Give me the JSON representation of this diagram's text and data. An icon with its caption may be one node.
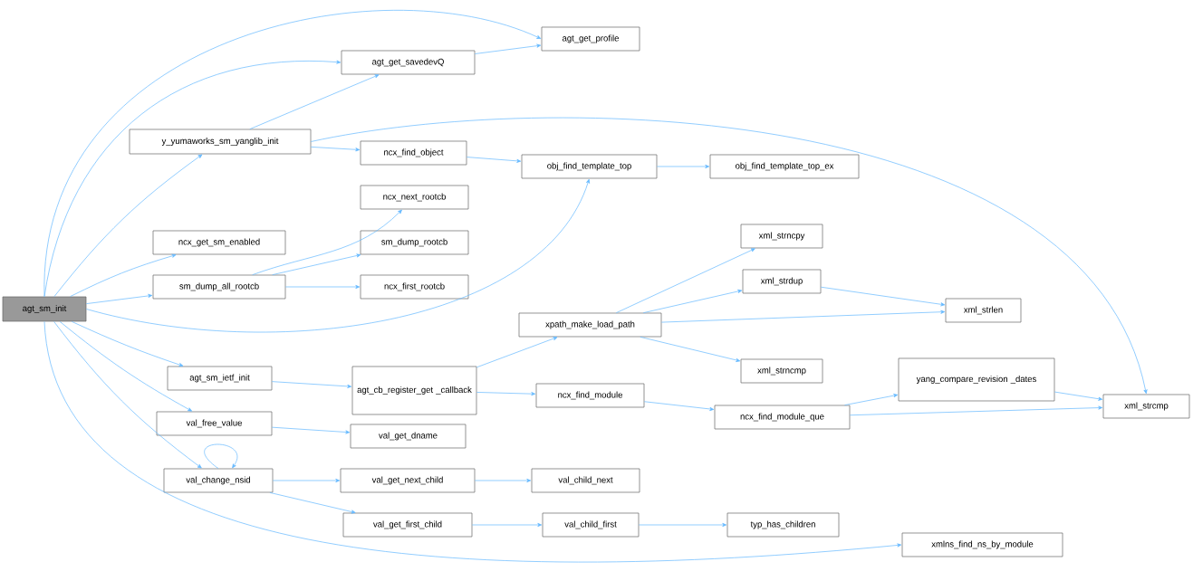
{
  "diagram": {
    "nodes": [
      {
        "text": [
          "agt_sm_init"
        ]
      },
      {
        "text": [
          "agt_get_profile"
        ]
      },
      {
        "text": [
          "agt_get_savedevQ"
        ]
      },
      {
        "text": [
          "y_yumaworks_sm_yanglib_init"
        ]
      },
      {
        "text": [
          "ncx_find_object"
        ]
      },
      {
        "text": [
          "obj_find_template_top"
        ]
      },
      {
        "text": [
          "obj_find_template_top_ex"
        ]
      },
      {
        "text": [
          "ncx_next_rootcb"
        ]
      },
      {
        "text": [
          "ncx_get_sm_enabled"
        ]
      },
      {
        "text": [
          "sm_dump_rootcb"
        ]
      },
      {
        "text": [
          "sm_dump_all_rootcb"
        ]
      },
      {
        "text": [
          "ncx_first_rootcb"
        ]
      },
      {
        "text": [
          "xml_strncpy"
        ]
      },
      {
        "text": [
          "xml_strdup"
        ]
      },
      {
        "text": [
          "xml_strlen"
        ]
      },
      {
        "text": [
          "xpath_make_load_path"
        ]
      },
      {
        "text": [
          "xml_strncmp"
        ]
      },
      {
        "text": [
          "agt_sm_ietf_init"
        ]
      },
      {
        "text": [
          "agt_cb_register_get _callback"
        ]
      },
      {
        "text": [
          "ncx_find_module"
        ]
      },
      {
        "text": [
          "yang_compare_revision _dates"
        ]
      },
      {
        "text": [
          "xml_strcmp"
        ]
      },
      {
        "text": [
          "ncx_find_module_que"
        ]
      },
      {
        "text": [
          "val_free_value"
        ]
      },
      {
        "text": [
          "val_get_dname"
        ]
      },
      {
        "text": [
          "val_change_nsid"
        ]
      },
      {
        "text": [
          "val_get_next_child"
        ]
      },
      {
        "text": [
          "val_child_next"
        ]
      },
      {
        "text": [
          "val_get_first_child"
        ]
      },
      {
        "text": [
          "val_child_first"
        ]
      },
      {
        "text": [
          "typ_has_children"
        ]
      },
      {
        "text": [
          "xmlns_find_ns_by_module"
        ]
      }
    ],
    "edges": [
      {
        "from": 0,
        "to": 1,
        "arrow": "to"
      },
      {
        "from": 0,
        "to": 2,
        "arrow": "to"
      },
      {
        "from": 0,
        "to": 3,
        "arrow": "to"
      },
      {
        "from": 0,
        "to": 8,
        "arrow": "to"
      },
      {
        "from": 0,
        "to": 10,
        "arrow": "to"
      },
      {
        "from": 0,
        "to": 5,
        "arrow": "to"
      },
      {
        "from": 0,
        "to": 17,
        "arrow": "to"
      },
      {
        "from": 0,
        "to": 23,
        "arrow": "to"
      },
      {
        "from": 0,
        "to": 25,
        "arrow": "to"
      },
      {
        "from": 0,
        "to": 31,
        "arrow": "to"
      },
      {
        "from": 3,
        "to": 2,
        "arrow": "to"
      },
      {
        "from": 3,
        "to": 4,
        "arrow": "to"
      },
      {
        "from": 3,
        "to": 21,
        "arrow": "to"
      },
      {
        "from": 2,
        "to": 1,
        "arrow": "to"
      },
      {
        "from": 4,
        "to": 5,
        "arrow": "to"
      },
      {
        "from": 5,
        "to": 6,
        "arrow": "to"
      },
      {
        "from": 10,
        "to": 7,
        "arrow": "to"
      },
      {
        "from": 10,
        "to": 9,
        "arrow": "to"
      },
      {
        "from": 10,
        "to": 11,
        "arrow": "to"
      },
      {
        "from": 15,
        "to": 12,
        "arrow": "to"
      },
      {
        "from": 15,
        "to": 13,
        "arrow": "to"
      },
      {
        "from": 15,
        "to": 14,
        "arrow": "to"
      },
      {
        "from": 15,
        "to": 16,
        "arrow": "to"
      },
      {
        "from": 13,
        "to": 14,
        "arrow": "to"
      },
      {
        "from": 17,
        "to": 18,
        "arrow": "to"
      },
      {
        "from": 18,
        "to": 15,
        "arrow": "to"
      },
      {
        "from": 18,
        "to": 19,
        "arrow": "to"
      },
      {
        "from": 19,
        "to": 22,
        "arrow": "to"
      },
      {
        "from": 22,
        "to": 20,
        "arrow": "to"
      },
      {
        "from": 22,
        "to": 21,
        "arrow": "to"
      },
      {
        "from": 20,
        "to": 21,
        "arrow": "to"
      },
      {
        "from": 23,
        "to": 24,
        "arrow": "to"
      },
      {
        "from": 25,
        "to": 25,
        "arrow": "to"
      },
      {
        "from": 25,
        "to": 26,
        "arrow": "to"
      },
      {
        "from": 25,
        "to": 28,
        "arrow": "to"
      },
      {
        "from": 26,
        "to": 27,
        "arrow": "to"
      },
      {
        "from": 28,
        "to": 29,
        "arrow": "to"
      },
      {
        "from": 29,
        "to": 30,
        "arrow": "to"
      }
    ]
  }
}
